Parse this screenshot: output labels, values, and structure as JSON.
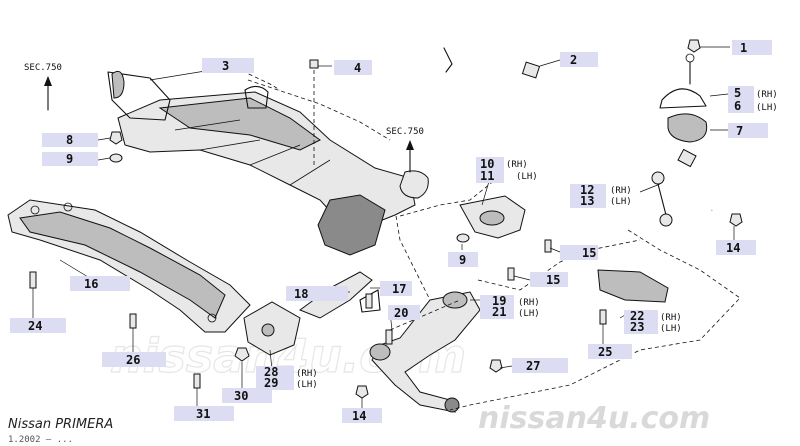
{
  "footer": {
    "model": "Nissan PRIMERA",
    "edition": "1.2002 – ..."
  },
  "watermark": {
    "text_large": "nissan4u.com",
    "text_faint": "nissan4u.com"
  },
  "section_refs": [
    {
      "id": "sec_left",
      "text": "SEC.750"
    },
    {
      "id": "sec_center",
      "text": "SEC.750"
    }
  ],
  "callouts": [
    {
      "id": "c1",
      "label": "1"
    },
    {
      "id": "c2",
      "label": "2"
    },
    {
      "id": "c3",
      "label": "3"
    },
    {
      "id": "c4",
      "label": "4"
    },
    {
      "id": "c5",
      "label": "5",
      "side": "(RH)"
    },
    {
      "id": "c6",
      "label": "6",
      "side": "(LH)"
    },
    {
      "id": "c7",
      "label": "7"
    },
    {
      "id": "c8",
      "label": "8"
    },
    {
      "id": "c9a",
      "label": "9"
    },
    {
      "id": "c9b",
      "label": "9"
    },
    {
      "id": "c10",
      "label": "10",
      "side": "(RH)"
    },
    {
      "id": "c11",
      "label": "11",
      "side": "(LH)"
    },
    {
      "id": "c12",
      "label": "12",
      "side": "(RH)"
    },
    {
      "id": "c13",
      "label": "13",
      "side": "(LH)"
    },
    {
      "id": "c14a",
      "label": "14"
    },
    {
      "id": "c14b",
      "label": "14"
    },
    {
      "id": "c15a",
      "label": "15"
    },
    {
      "id": "c15b",
      "label": "15"
    },
    {
      "id": "c16",
      "label": "16"
    },
    {
      "id": "c17",
      "label": "17"
    },
    {
      "id": "c18",
      "label": "18"
    },
    {
      "id": "c19",
      "label": "19",
      "side": "(RH)"
    },
    {
      "id": "c20",
      "label": "20"
    },
    {
      "id": "c21",
      "label": "21",
      "side": "(LH)"
    },
    {
      "id": "c22",
      "label": "22",
      "side": "(RH)"
    },
    {
      "id": "c23",
      "label": "23",
      "side": "(LH)"
    },
    {
      "id": "c24",
      "label": "24"
    },
    {
      "id": "c25",
      "label": "25"
    },
    {
      "id": "c26",
      "label": "26"
    },
    {
      "id": "c27",
      "label": "27"
    },
    {
      "id": "c28",
      "label": "28",
      "side": "(RH)"
    },
    {
      "id": "c29",
      "label": "29",
      "side": "(LH)"
    },
    {
      "id": "c30",
      "label": "30"
    },
    {
      "id": "c31",
      "label": "31"
    }
  ]
}
